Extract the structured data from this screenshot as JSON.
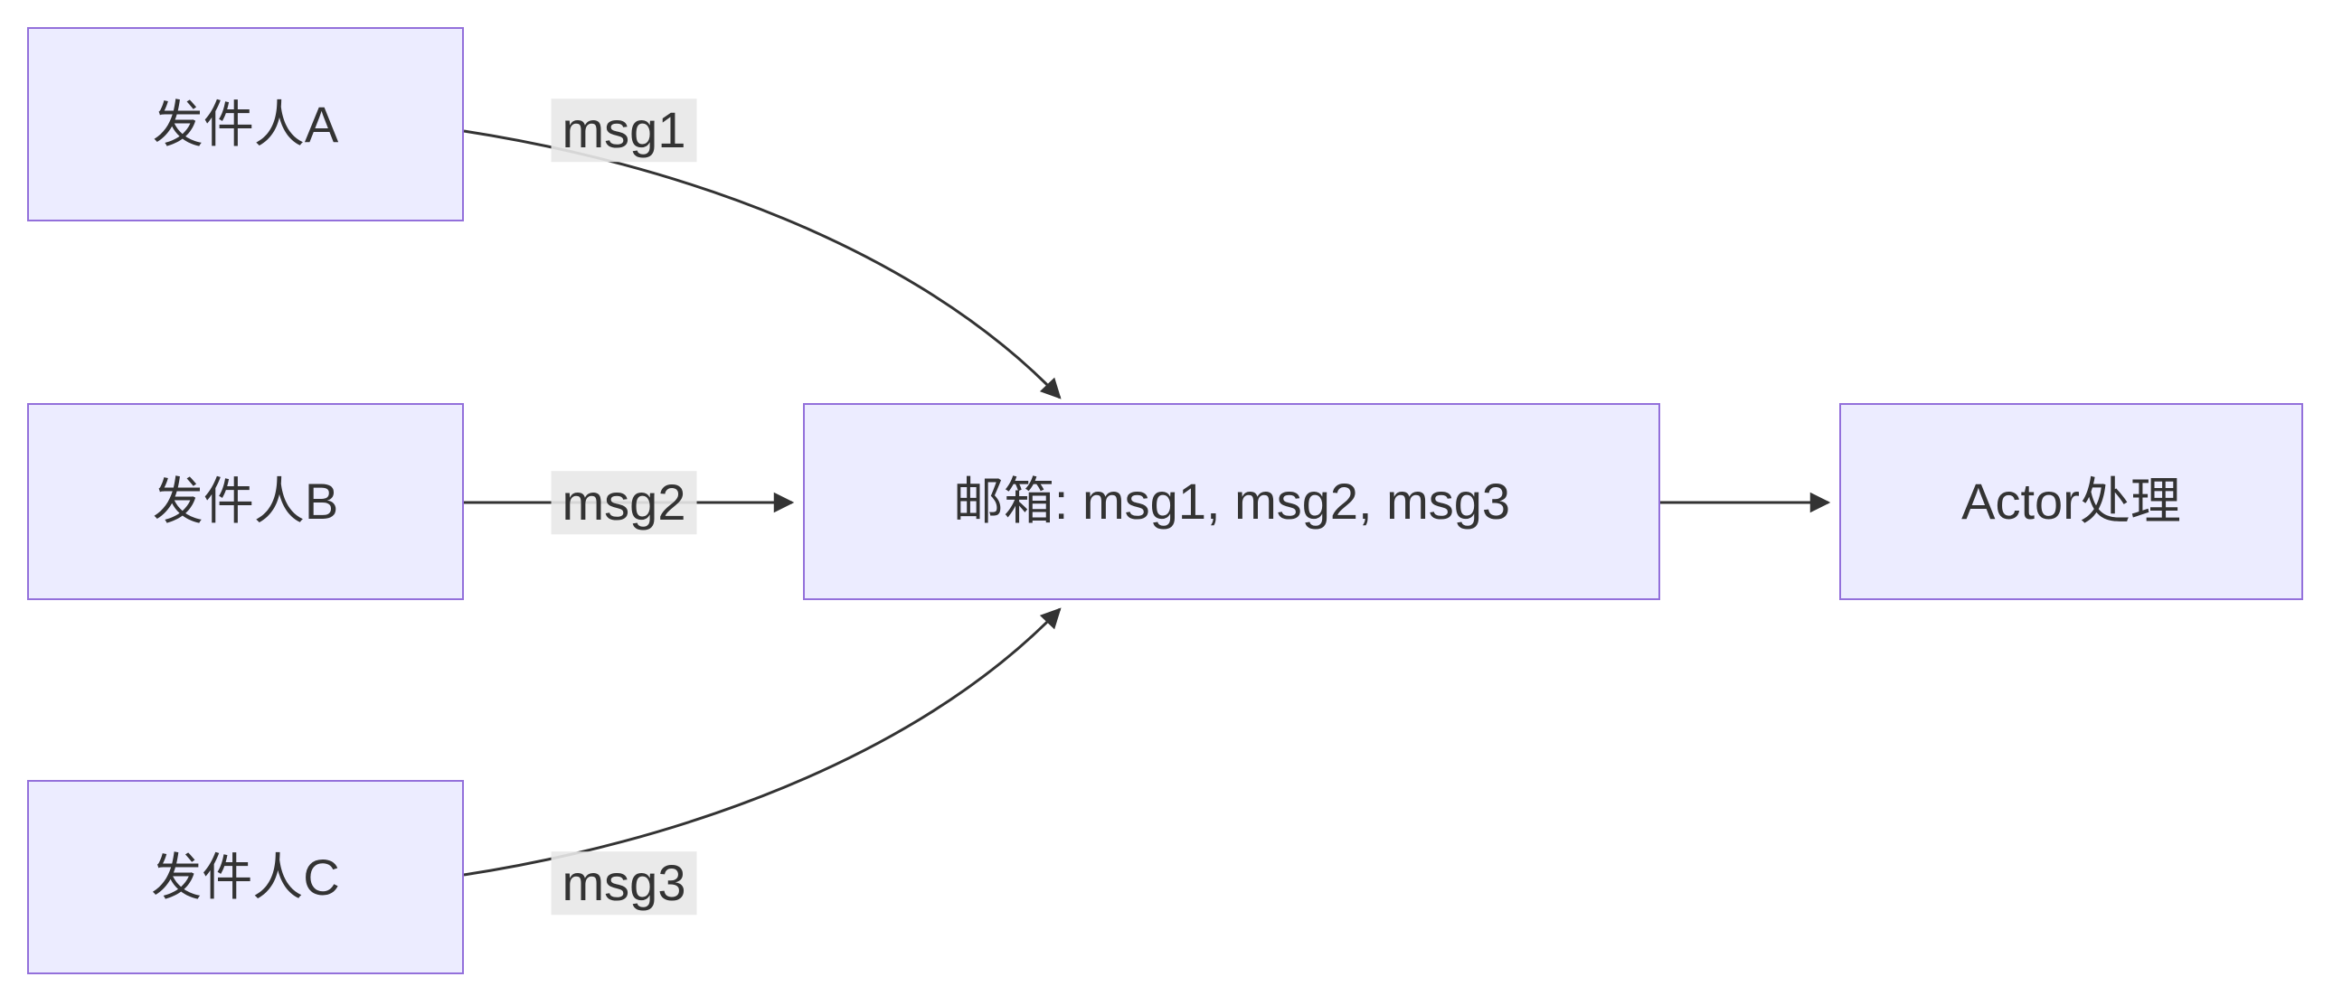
{
  "diagram": {
    "type": "flowchart",
    "direction": "LR",
    "nodes": {
      "sender_a": {
        "label": "发件人A"
      },
      "sender_b": {
        "label": "发件人B"
      },
      "sender_c": {
        "label": "发件人C"
      },
      "mailbox": {
        "label": "邮箱: msg1, msg2, msg3"
      },
      "actor": {
        "label": "Actor处理"
      }
    },
    "edges": [
      {
        "from": "sender_a",
        "to": "mailbox",
        "label": "msg1"
      },
      {
        "from": "sender_b",
        "to": "mailbox",
        "label": "msg2"
      },
      {
        "from": "sender_c",
        "to": "mailbox",
        "label": "msg3"
      },
      {
        "from": "mailbox",
        "to": "actor",
        "label": ""
      }
    ],
    "colors": {
      "node_fill": "#ECECFF",
      "node_border": "#9370DB",
      "edge_stroke": "#333333",
      "text": "#333333",
      "edge_label_bg": "#E8E8E8",
      "background": "#FFFFFF"
    }
  }
}
